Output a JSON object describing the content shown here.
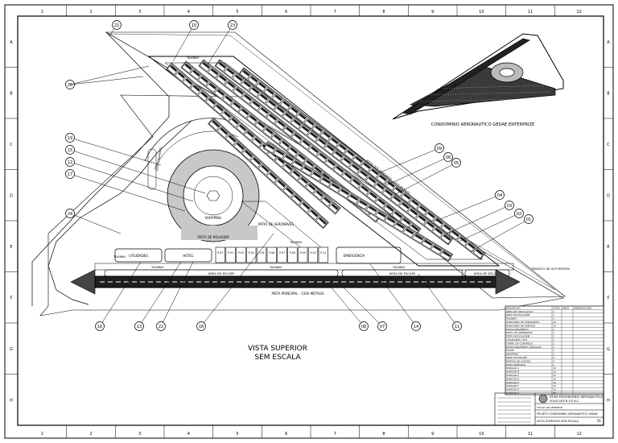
{
  "drawing": {
    "main_view_title_line1": "VISTA SUPERIOR",
    "main_view_title_line2": "SEM ESCALA",
    "perspective_caption": "CONDOMINIO AERONAUTICO GEDAE ENTERPRIZE"
  },
  "labels": {
    "shopping": "SHOPPING",
    "pista_rolagem": "PISTA DE ROLAGEM",
    "patio_aeronaves": "PATIO DE AERONAVES",
    "taxiway": "TAXIWAY",
    "area_escape": "AREA DE ESCAPE",
    "pista_principal": "PISTA PRINCIPAL - 1500 METROS",
    "utilidades": "UTILIDADES",
    "hotel": "HOTEL",
    "emergencia": "EMERGENCIA",
    "transito_automoveis": "TRANSITO DE AUTOMOVEIS",
    "pista_hangares": "PISTA DOS HANGARES - 1750 METROS",
    "estacionamento": "ESTACIONAMENTO"
  },
  "gates": [
    "P-01",
    "P-02",
    "P-03",
    "P-04",
    "P-05",
    "P-06",
    "P-07",
    "P-08",
    "P-09",
    "P-10",
    "P-11"
  ],
  "callouts": [
    "01",
    "02",
    "03",
    "04",
    "05",
    "06",
    "07",
    "08",
    "09",
    "10",
    "11",
    "12",
    "13",
    "14",
    "15",
    "16",
    "17",
    "18",
    "19",
    "20",
    "21",
    "22",
    "23",
    "24"
  ],
  "legend": {
    "headers": [
      "DESCRICAO",
      "QTDE",
      "AREA",
      "OBSERVACOES"
    ],
    "rows": [
      [
        "AREA DE CIRCULACAO",
        "1",
        "",
        ""
      ],
      [
        "AREA DE ROLAGEM",
        "1",
        "",
        ""
      ],
      [
        "TAXIWAY",
        "3",
        "",
        ""
      ],
      [
        "HANGARES DE AERONAVES",
        "44",
        "",
        ""
      ],
      [
        "HANGARES DE SERVICO",
        "12",
        "",
        ""
      ],
      [
        "ESTACIONAMENTO",
        "1",
        "",
        ""
      ],
      [
        "PATIO DE AERONAVES",
        "1",
        "",
        ""
      ],
      [
        "PISTA DE ROLAGEM",
        "1",
        "",
        ""
      ],
      [
        "UTILIDADES / ETC",
        "1",
        "",
        ""
      ],
      [
        "TORRE DE CONTROLE",
        "1",
        "",
        ""
      ],
      [
        "ESTACIONAMENTO VEICULOS",
        "1",
        "",
        ""
      ],
      [
        "HOTEL",
        "1",
        "",
        ""
      ],
      [
        "SHOPPING",
        "1",
        "",
        ""
      ],
      [
        "AREA DE ESCAPE",
        "2",
        "",
        ""
      ],
      [
        "PORTAO DE ACESSO",
        "4",
        "",
        ""
      ],
      [
        "PISTA PRINCIPAL",
        "1",
        "",
        ""
      ],
      [
        "HANGAR A",
        "10",
        "",
        ""
      ],
      [
        "HANGAR B",
        "10",
        "",
        ""
      ],
      [
        "HANGAR C",
        "10",
        "",
        ""
      ],
      [
        "HANGAR D",
        "10",
        "",
        ""
      ],
      [
        "HANGAR E",
        "10",
        "",
        ""
      ],
      [
        "HANGAR F",
        "10",
        "",
        ""
      ],
      [
        "HANGAR G",
        "10",
        "",
        ""
      ],
      [
        "HANGAR H",
        "10",
        "",
        ""
      ]
    ]
  },
  "title_block": {
    "company_line1": "ATIVA ENGENHARIA AERONAUTICA",
    "company_line2": "SOLUCOES B.S.E.N.C.",
    "project_title": "PROJETO CONDOMINIO AERONAUTICO GEDAE",
    "sheet_title": "VISTA SUPERIOR SEM ESCALA",
    "title_label": "TITULO DO DESENHO",
    "sheet_number": "01"
  },
  "frame": {
    "top_marks": [
      "1",
      "2",
      "3",
      "4",
      "5",
      "6",
      "7",
      "8",
      "9",
      "10",
      "11",
      "12"
    ],
    "side_marks": [
      "A",
      "B",
      "C",
      "D",
      "E",
      "F",
      "G",
      "H"
    ]
  }
}
